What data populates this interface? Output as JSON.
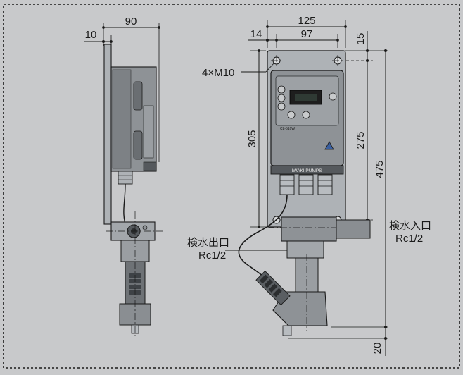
{
  "colors": {
    "background": "#c8c9cb",
    "panel": "#dcdcdc",
    "body_gray": "#8e9296",
    "body_light": "#aeb2b6",
    "body_dark": "#55595d",
    "display": "#1e1e1e",
    "accent_blue": "#3a5f9f",
    "line": "#1a1a1a"
  },
  "dimensions": {
    "side_width": "90",
    "side_bracket": "10",
    "front_width": "125",
    "front_hole_offset": "14",
    "front_hole_pitch": "97",
    "top_margin": "15",
    "body_height": "305",
    "hole_pitch_vertical": "275",
    "overall_height": "475",
    "bottom_margin": "20"
  },
  "labels": {
    "mounting_holes": "4×M10",
    "outlet_name": "検水出口",
    "outlet_thread": "Rc1/2",
    "inlet_name": "検水入口",
    "inlet_thread": "Rc1/2"
  },
  "panel_text": {
    "brand": "IWAKI PUMPS",
    "model": "CL-510W"
  }
}
